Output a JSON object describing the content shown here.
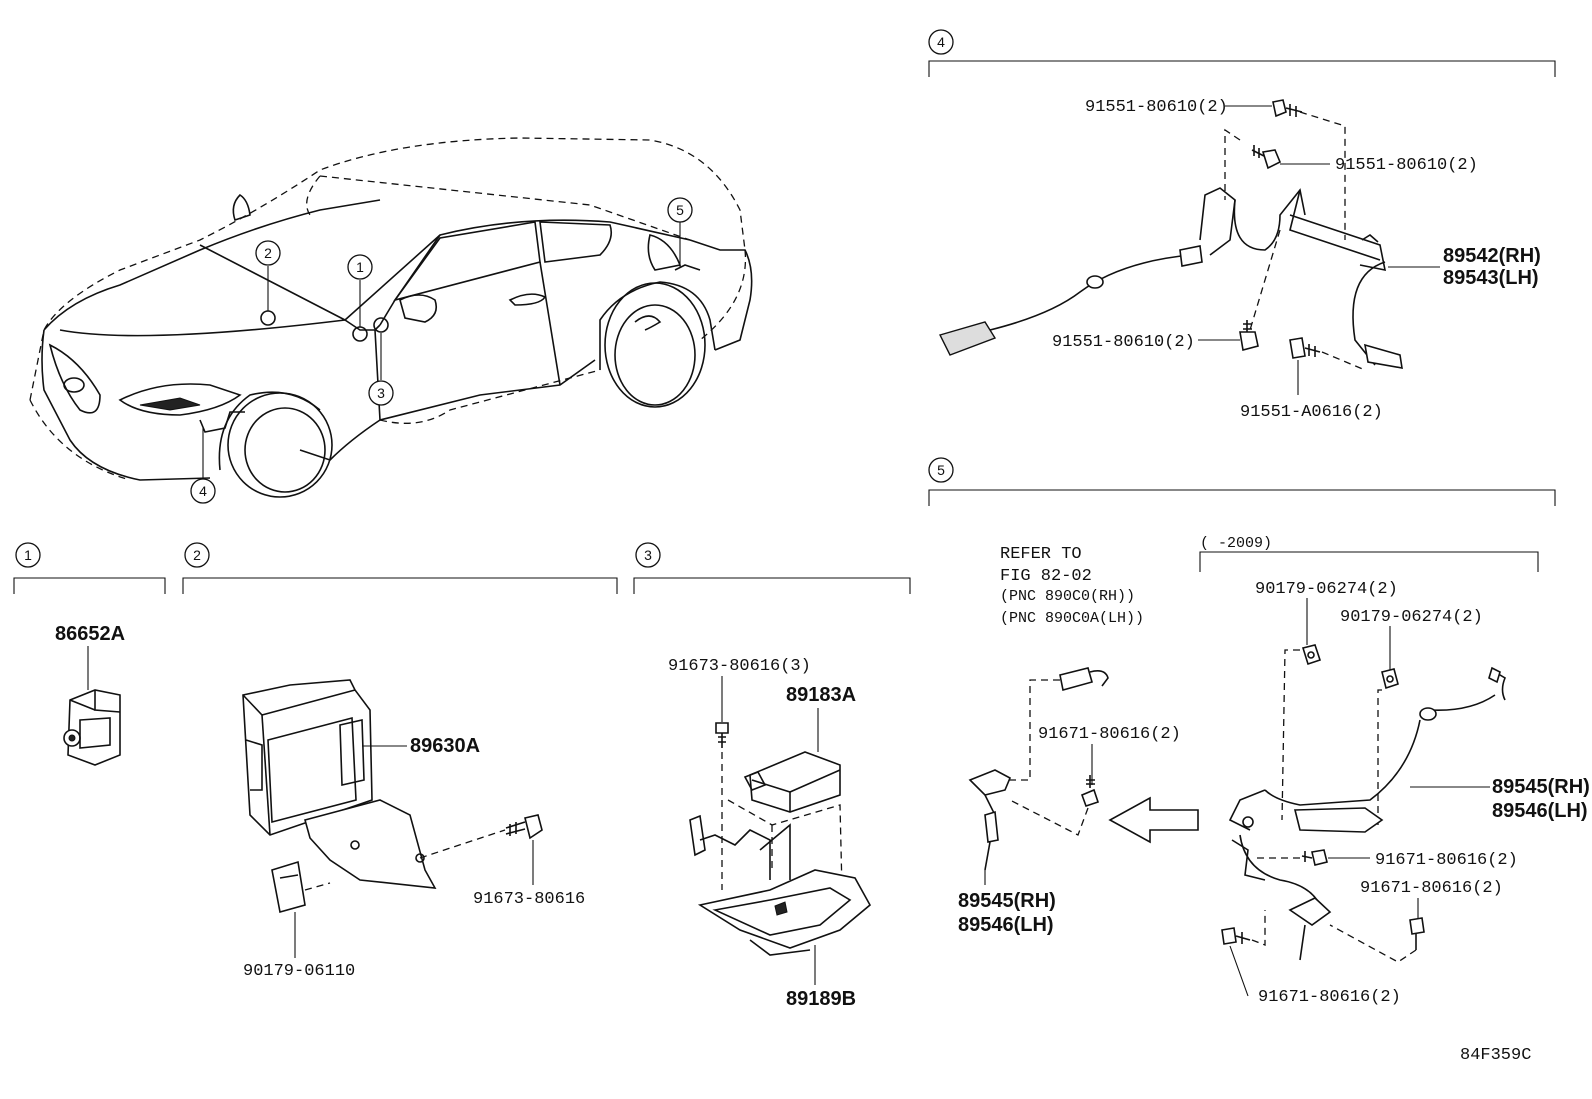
{
  "callouts": {
    "c1": "1",
    "c2": "2",
    "c3": "3",
    "c4": "4",
    "c5": "5"
  },
  "section1": {
    "number": "1",
    "parts": {
      "p86652A": "86652A"
    }
  },
  "section2": {
    "number": "2",
    "parts": {
      "p89630A": "89630A",
      "p91673_80616": "91673-80616",
      "p90179_06110": "90179-06110"
    }
  },
  "section3": {
    "number": "3",
    "parts": {
      "p91673_80616_3": "91673-80616(3)",
      "p89183A": "89183A",
      "p89189B": "89189B"
    }
  },
  "section4": {
    "number": "4",
    "parts": {
      "bolt_top": "91551-80610(2)",
      "bolt_upper_right": "91551-80610(2)",
      "bolt_lower": "91551-80610(2)",
      "bolt_a": "91551-A0616(2)",
      "sensor_rh": "89542(RH)",
      "sensor_lh": "89543(LH)"
    }
  },
  "section5": {
    "number": "5",
    "refer_line1": "REFER TO",
    "refer_line2": "FIG 82-02",
    "refer_line3": "(PNC 890C0(RH))",
    "refer_line4": "(PNC 890C0A(LH))",
    "bolt_mid": "91671-80616(2)",
    "sensor_rh_left": "89545(RH)",
    "sensor_lh_left": "89546(LH)",
    "sub_range": "(      -2009)",
    "clip_1": "90179-06274(2)",
    "clip_2": "90179-06274(2)",
    "sensor_rh_right": "89545(RH)",
    "sensor_lh_right": "89546(LH)",
    "bolt_r1": "91671-80616(2)",
    "bolt_r2": "91671-80616(2)",
    "bolt_r3": "91671-80616(2)"
  },
  "figure_code": "84F359C"
}
